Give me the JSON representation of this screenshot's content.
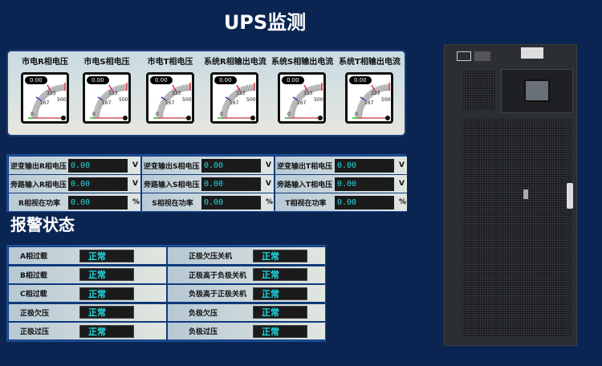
{
  "title": "UPS监测",
  "gauges": [
    {
      "label": "市电R相电压",
      "value": "0.00"
    },
    {
      "label": "市电S相电压",
      "value": "0.00"
    },
    {
      "label": "市电T相电压",
      "value": "0.00"
    },
    {
      "label": "系统R相输出电流",
      "value": "0.00"
    },
    {
      "label": "系统S相输出电流",
      "value": "0.00"
    },
    {
      "label": "系统T相输出电流",
      "value": "0.00"
    }
  ],
  "gauge_ticks": [
    "0",
    "167",
    "333",
    "500"
  ],
  "readings": [
    [
      {
        "label": "逆变输出R相电压",
        "value": "0.00",
        "unit": "V"
      },
      {
        "label": "逆变输出S相电压",
        "value": "0.00",
        "unit": "V"
      },
      {
        "label": "逆变输出T相电压",
        "value": "0.00",
        "unit": "V"
      }
    ],
    [
      {
        "label": "旁路输入R相电压",
        "value": "0.00",
        "unit": "V"
      },
      {
        "label": "旁路输入S相电压",
        "value": "0.00",
        "unit": "V"
      },
      {
        "label": "旁路输入T相电压",
        "value": "0.00",
        "unit": "V"
      }
    ],
    [
      {
        "label": "R相视在功率",
        "value": "0.00",
        "unit": "%"
      },
      {
        "label": "S相视在功率",
        "value": "0.00",
        "unit": "%"
      },
      {
        "label": "T相视在功率",
        "value": "0.00",
        "unit": "%"
      }
    ]
  ],
  "alarm_title": "报警状态",
  "alarms": [
    [
      {
        "label": "A相过载",
        "status": "正常"
      },
      {
        "label": "正极欠压关机",
        "status": "正常"
      }
    ],
    [
      {
        "label": "B相过载",
        "status": "正常"
      },
      {
        "label": "正极高于负极关机",
        "status": "正常"
      }
    ],
    [
      {
        "label": "C相过载",
        "status": "正常"
      },
      {
        "label": "负极高于正极关机",
        "status": "正常"
      }
    ],
    [
      {
        "label": "正极欠压",
        "status": "正常"
      },
      {
        "label": "负极欠压",
        "status": "正常"
      }
    ],
    [
      {
        "label": "正极过压",
        "status": "正常"
      },
      {
        "label": "负极过压",
        "status": "正常"
      }
    ]
  ]
}
